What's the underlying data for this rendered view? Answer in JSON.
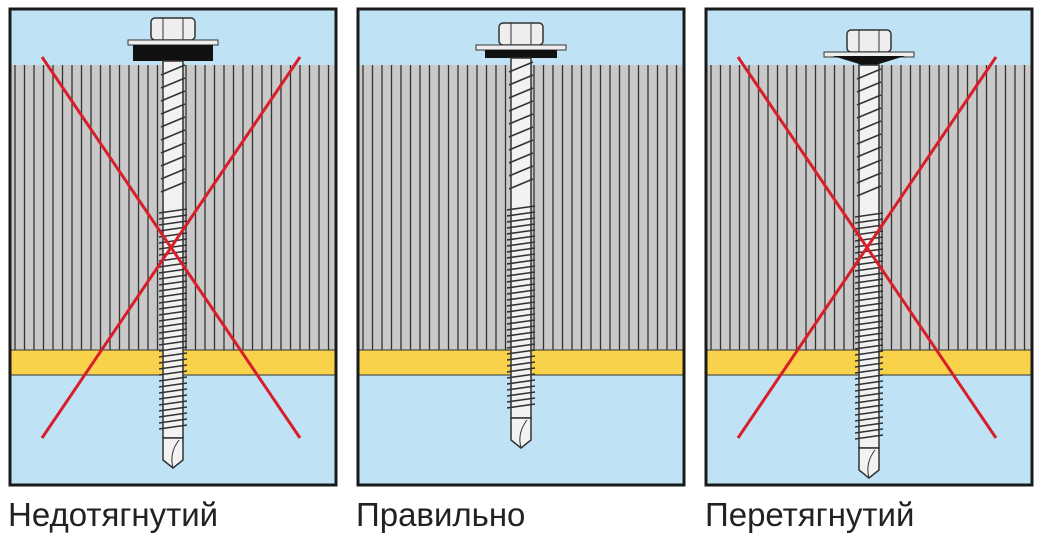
{
  "panels": [
    {
      "label": "Недотягнутий",
      "state": "under-tightened",
      "crossed": true
    },
    {
      "label": "Правильно",
      "state": "correct",
      "crossed": false
    },
    {
      "label": "Перетягнутий",
      "state": "over-tightened",
      "crossed": true
    }
  ],
  "colors": {
    "sky": "#bfe3f5",
    "sheet": "#c9c9c9",
    "purlin": "#f7d24a",
    "cross": "#d81e2a",
    "frame": "#1a1a1a"
  }
}
